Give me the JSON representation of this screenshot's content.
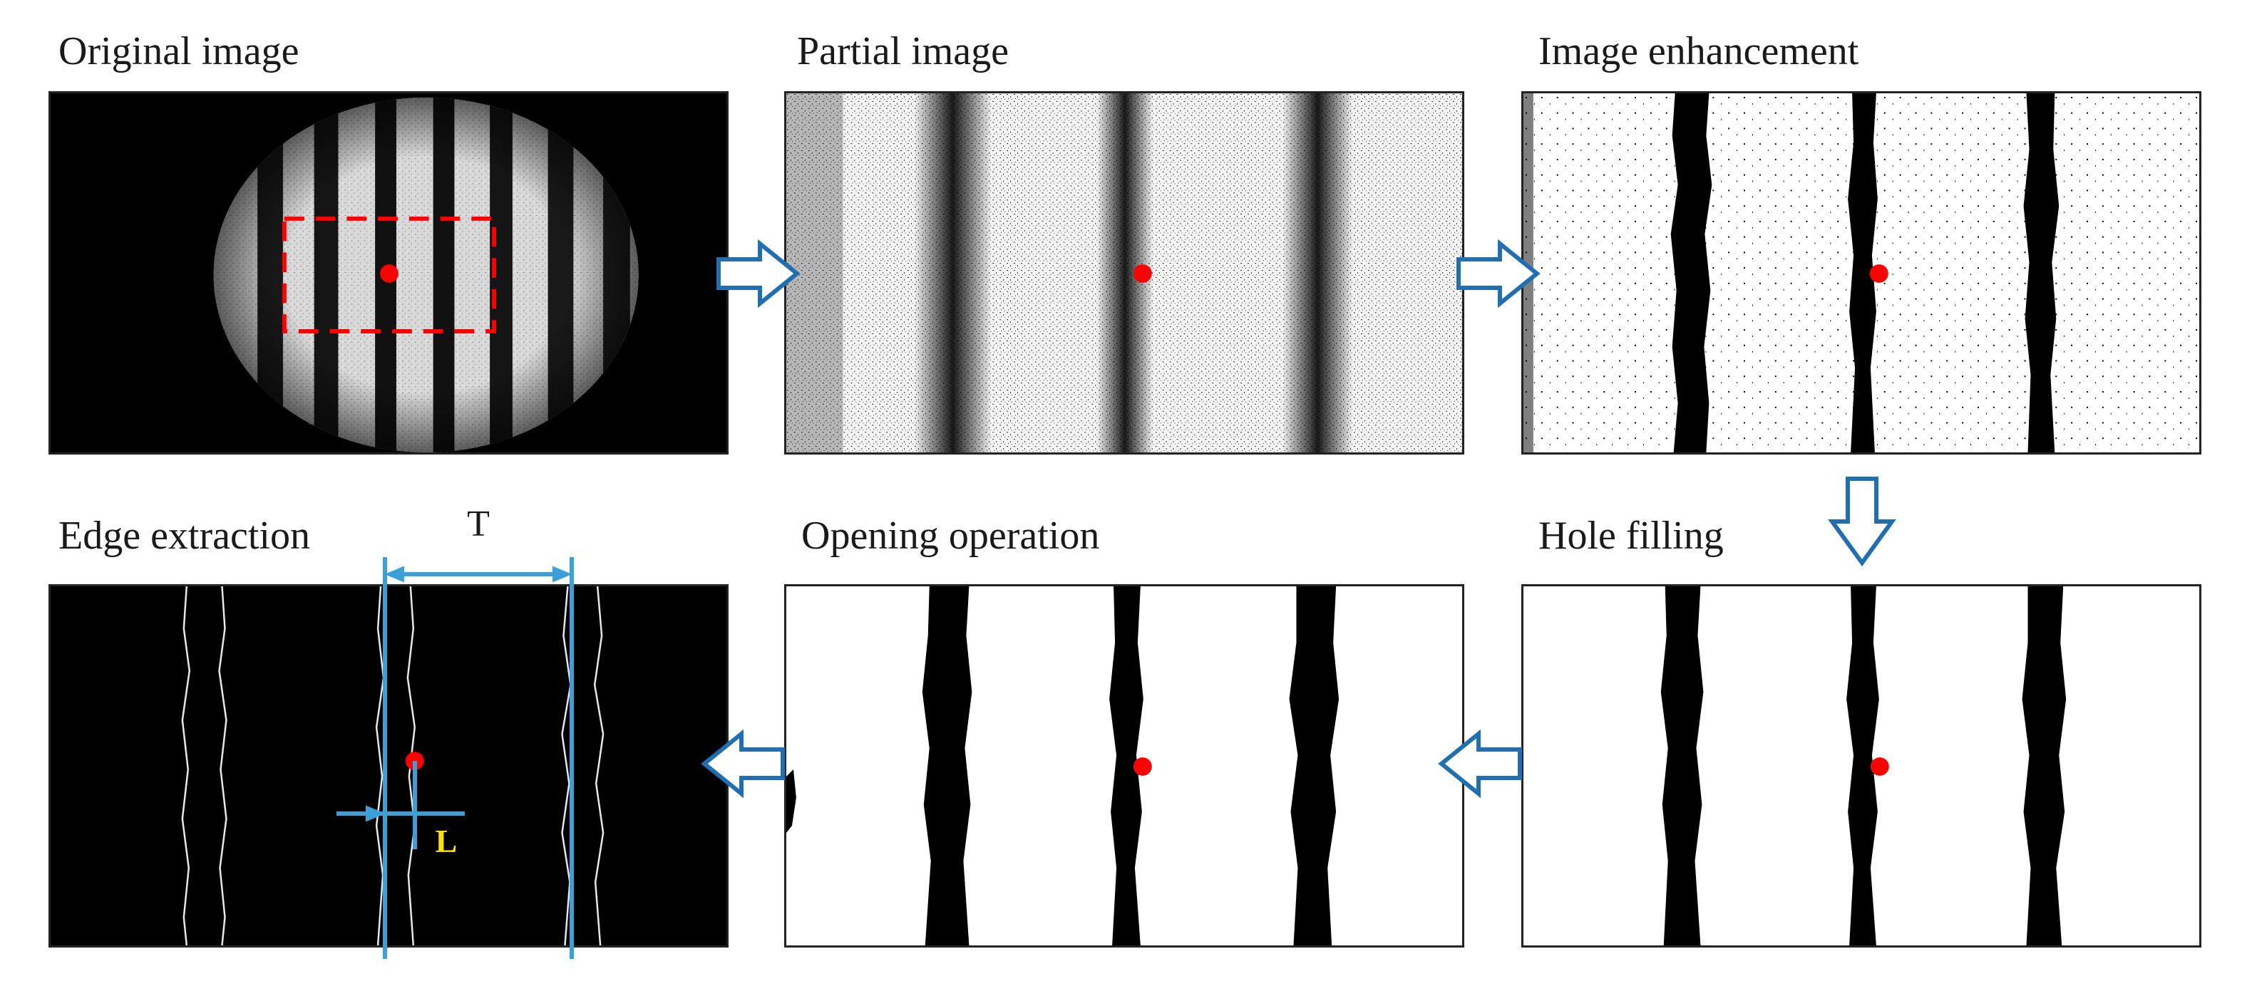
{
  "panels": {
    "original": {
      "title": "Original image"
    },
    "partial": {
      "title": "Partial image"
    },
    "enhancement": {
      "title": "Image enhancement"
    },
    "edge": {
      "title": "Edge extraction",
      "period_label": "T",
      "offset_label": "L"
    },
    "opening": {
      "title": "Opening operation"
    },
    "hole": {
      "title": "Hole filling"
    }
  },
  "colors": {
    "arrow": "#1f6fb2",
    "measure": "#3aa0d8",
    "marker": "#ff0000",
    "roi": "#ff0000",
    "offset_label": "#ffe000"
  },
  "flow": [
    "Original image",
    "Partial image",
    "Image enhancement",
    "Hole filling",
    "Opening operation",
    "Edge extraction"
  ]
}
